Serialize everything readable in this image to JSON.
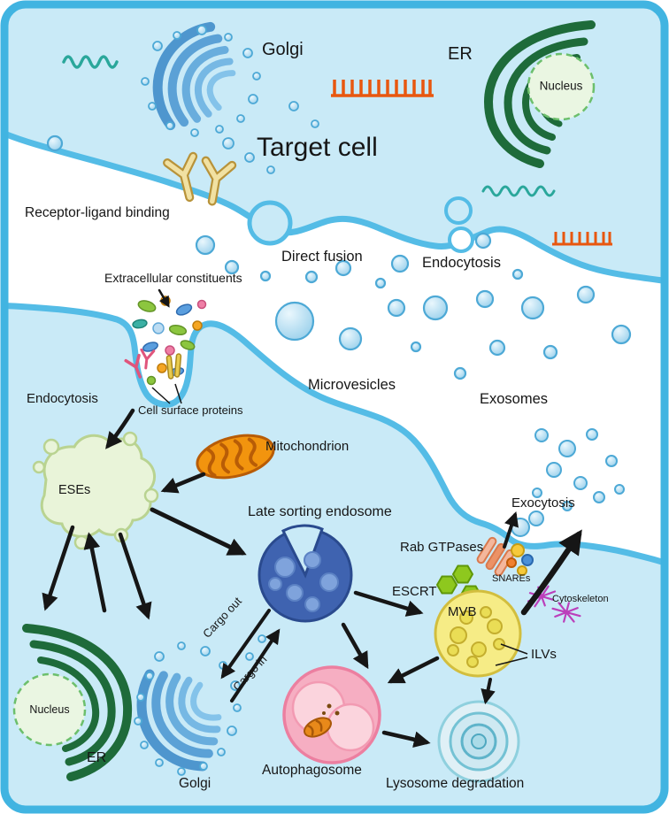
{
  "figure": {
    "type": "cell-biology-diagram",
    "title": "Target cell",
    "colors": {
      "border": "#41b4e1",
      "cell_fill": "#c9eaf7",
      "membrane": "#54bce6",
      "extracellular": "#ffffff",
      "arrow": "#161616",
      "er_green": "#1e6b3a",
      "golgi_blue": "#4e96ce",
      "nucleus_fill": "#eaf6e2",
      "mvb_yellow": "#f6ec86",
      "endosome_blue": "#3f63b0",
      "autophagosome_pink": "#f6aec2",
      "mitochondrion_orange": "#f2940e"
    }
  },
  "labels": {
    "golgi_top": "Golgi",
    "er_top": "ER",
    "nucleus_top": "Nucleus",
    "target_cell": "Target cell",
    "receptor_ligand_binding": "Receptor-ligand binding",
    "direct_fusion": "Direct fusion",
    "endocytosis_top": "Endocytosis",
    "extracellular_constituents": "Extracellular constituents",
    "microvesicles": "Microvesicles",
    "exosomes": "Exosomes",
    "endocytosis_bottom": "Endocytosis",
    "cell_surface_proteins": "Cell surface proteins",
    "mitochondrion": "Mitochondrion",
    "eses": "ESEs",
    "late_sorting_endosome": "Late sorting endosome",
    "exocytosis": "Exocytosis",
    "rab_gtpases": "Rab GTPases",
    "snares": "SNAREs",
    "escrt": "ESCRT",
    "cytoskeleton": "Cytoskeleton",
    "mvb": "MVB",
    "cargo_out": "Cargo out",
    "cargo_in": "Cargo in",
    "ilvs": "ILVs",
    "nucleus_bottom": "Nucleus",
    "er_bottom": "ER",
    "autophagosome": "Autophagosome",
    "golgi_bottom": "Golgi",
    "lysosome_degradation": "Lysosome degradation"
  }
}
